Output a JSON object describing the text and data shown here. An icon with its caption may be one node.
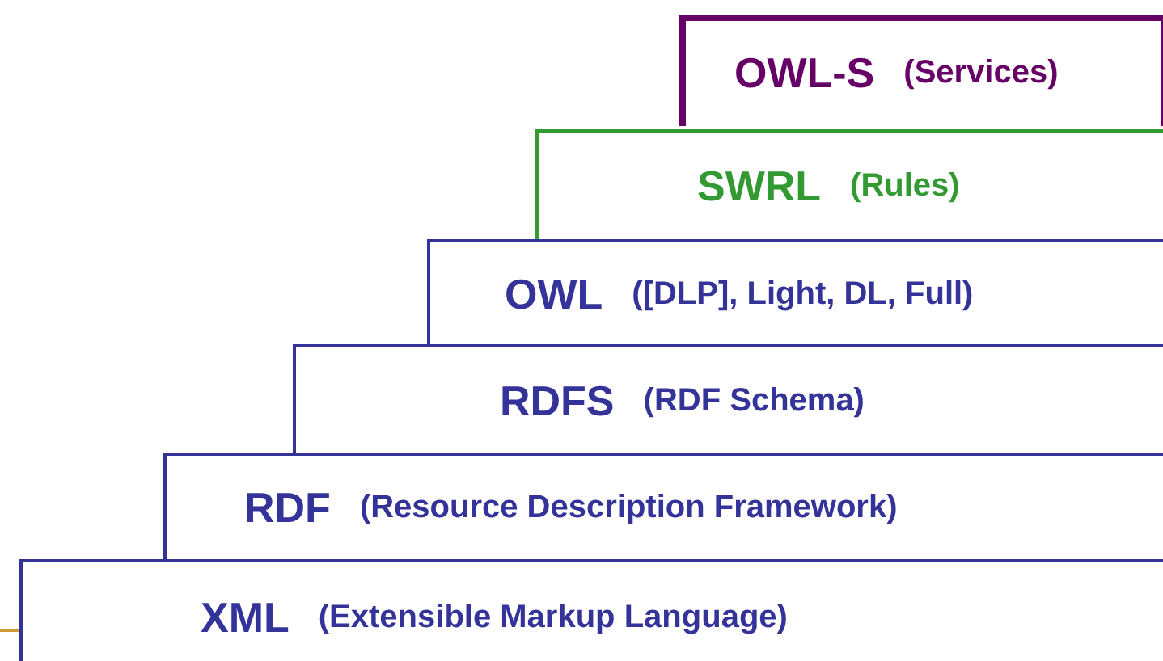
{
  "diagram": {
    "nodes": [
      {
        "text": [
          "OWL-S",
          "(Services)"
        ]
      },
      {
        "text": [
          "SWRL",
          "(Rules)"
        ]
      },
      {
        "text": [
          "OWL",
          "([DLP], Light, DL, Full)"
        ]
      },
      {
        "text": [
          "RDFS",
          "(RDF Schema)"
        ]
      },
      {
        "text": [
          "RDF",
          "(Resource Description Framework)"
        ]
      },
      {
        "text": [
          "XML",
          "(Extensible Markup Language)"
        ]
      }
    ]
  }
}
